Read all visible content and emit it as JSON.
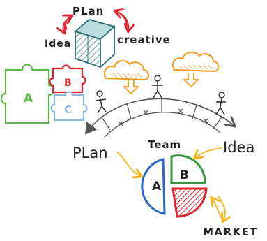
{
  "labels": {
    "plan_top": "PLan",
    "idea_top": "Idea",
    "creative": "creative",
    "team": "Team",
    "plan_left": "PLan",
    "idea_right": "Idea",
    "market": "MARKET"
  },
  "puzzle": {
    "piece_a": "A",
    "piece_b": "B",
    "piece_c": "C"
  },
  "pie": {
    "slice_a": "A",
    "slice_b": "B"
  },
  "colors": {
    "red": "#e0222e",
    "teal": "#4a9fa3",
    "green": "#5cb84a",
    "blue": "#2a68c4",
    "light_blue": "#8bbbe0",
    "orange": "#f39a1a",
    "yellow": "#f5c11a",
    "dark": "#333333",
    "gray": "#555555"
  }
}
